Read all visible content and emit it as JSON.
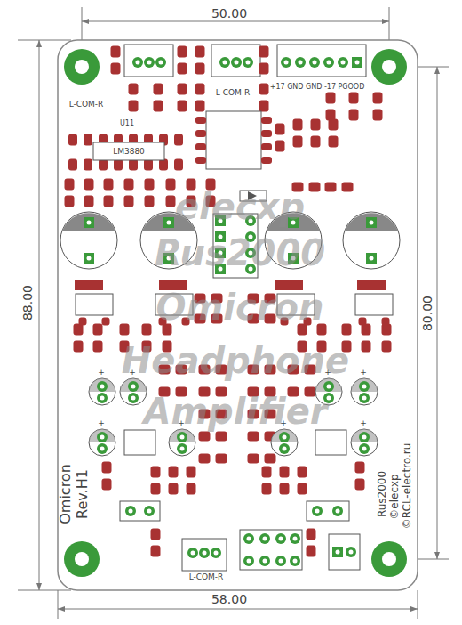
{
  "diagram": {
    "labels": [
      "50.00",
      "58.00",
      "88.00",
      "80.00",
      "L-COM-R",
      "L-COM-R",
      "+17 GND GND -17 PGOOD",
      "U11",
      "LM3880",
      "elecxp",
      "Rus2000",
      "Omicron",
      "Headphone",
      "Amplifier",
      "Omicron",
      "Rev.H1",
      "Rus2000",
      "©elecxp",
      "©RCL-electro.ru",
      "L-COM-R",
      "+",
      "+",
      "+",
      "+",
      "+",
      "+",
      "+",
      "+"
    ]
  }
}
